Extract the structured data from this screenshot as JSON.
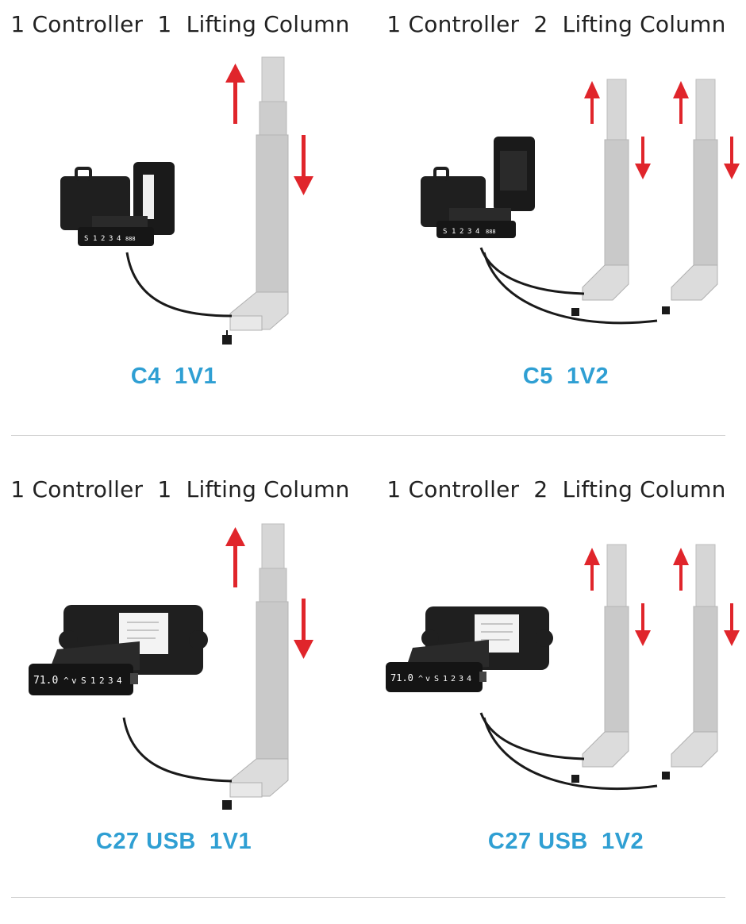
{
  "panels": [
    {
      "heading": "1 Controller  1  Lifting Column",
      "model": "C4  1V1",
      "columns": 1,
      "keypad": [
        "S",
        "1",
        "2",
        "3",
        "4"
      ],
      "display": "888",
      "arrows": [
        "up-arrow",
        "down-arrow"
      ]
    },
    {
      "heading": "1 Controller  2  Lifting Column",
      "model": "C5  1V2",
      "columns": 2,
      "keypad": [
        "S",
        "1",
        "2",
        "3",
        "4"
      ],
      "display": "888",
      "arrows": [
        "up-arrow",
        "down-arrow"
      ]
    },
    {
      "heading": "1 Controller  1  Lifting Column",
      "model": "C27 USB  1V1",
      "columns": 1,
      "keypad": [
        "71.0",
        "^",
        "v",
        "S",
        "1",
        "2",
        "3",
        "4"
      ],
      "arrows": [
        "up-arrow",
        "down-arrow"
      ]
    },
    {
      "heading": "1 Controller  2  Lifting Column",
      "model": "C27 USB  1V2",
      "columns": 2,
      "keypad": [
        "71.0",
        "^",
        "v",
        "S",
        "1",
        "2",
        "3",
        "4"
      ],
      "arrows": [
        "up-arrow",
        "down-arrow"
      ]
    }
  ],
  "colors": {
    "heading_text": "#222222",
    "model_text": "#2f9fd3",
    "arrow": "#e0252b",
    "column": "#cfcfcf",
    "controller": "#1c1c1c",
    "divider": "#cfcfcf"
  }
}
